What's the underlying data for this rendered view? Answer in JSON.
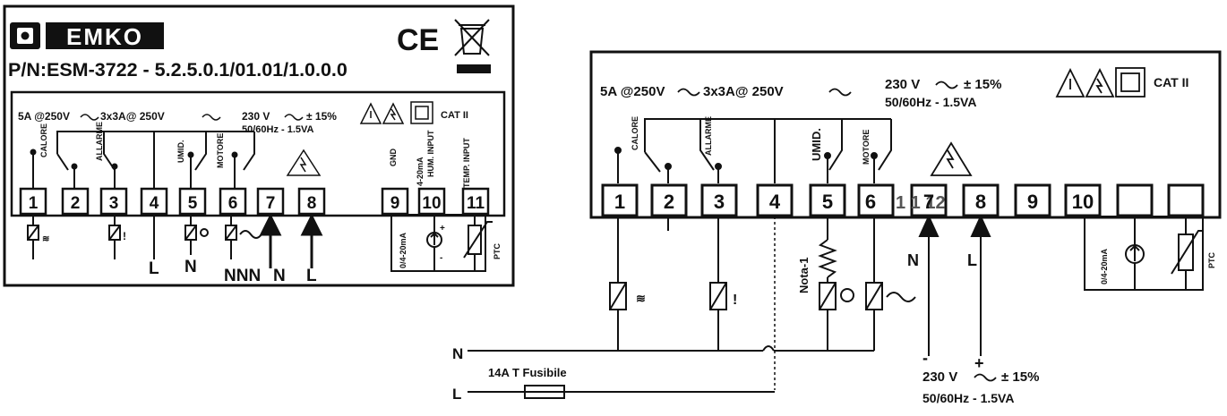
{
  "left_label": {
    "brand": "EMKO",
    "ce_mark": "CE",
    "part_number": "P/N:ESM-3722 - 5.2.5.0.1/01.01/1.0.0.0",
    "relay_rating": "5A @250V",
    "relay_rating2": "3x3A@ 250V",
    "supply_voltage": "230 V",
    "supply_tolerance": "± 15%",
    "supply_freq": "50/60Hz - 1.5VA",
    "category": "CAT II",
    "terminals": [
      "1",
      "2",
      "3",
      "4",
      "5",
      "6",
      "7",
      "8",
      "9",
      "10",
      "11"
    ],
    "relay_labels": {
      "calore": "CALORE",
      "allarme": "ALLARME",
      "umid": "UMID.",
      "motore": "MOTORE"
    },
    "input_labels": {
      "gnd": "GND",
      "hum_input": "HUM. INPUT",
      "hum_range": "4-20mA",
      "temp_input": "TEMP. INPUT"
    },
    "bottom_labels": {
      "l4": "L",
      "n5": "N",
      "nnn": "NNN",
      "n7": "N",
      "l8": "L",
      "range": "0/4-20mA",
      "ptc": "PTC",
      "plus": "+",
      "minus": "-"
    }
  },
  "right_diagram": {
    "relay_rating": "5A @250V",
    "relay_rating2": "3x3A@ 250V",
    "supply_voltage": "230 V",
    "supply_tolerance": "± 15%",
    "supply_freq": "50/60Hz - 1.5VA",
    "category": "CAT II",
    "terminals": [
      "1",
      "2",
      "3",
      "4",
      "5",
      "6",
      "7",
      "8",
      "9",
      "10"
    ],
    "faded_terminals": "1 1 12",
    "relay_labels": {
      "calore": "CALORE",
      "allarme": "ALLARME",
      "umid": "UMID.",
      "motore": "MOTORE"
    },
    "nota": "Nota-1",
    "phase_labels": {
      "n": "N",
      "l": "L"
    },
    "supply_n": "N",
    "supply_l": "L",
    "fuse_label": "14A T Fusibile",
    "minus": "-",
    "plus": "+",
    "bottom_voltage": "230 V",
    "bottom_tolerance": "± 15%",
    "bottom_freq": "50/60Hz - 1.5VA",
    "range": "0/4-20mA",
    "ptc": "PTC"
  }
}
